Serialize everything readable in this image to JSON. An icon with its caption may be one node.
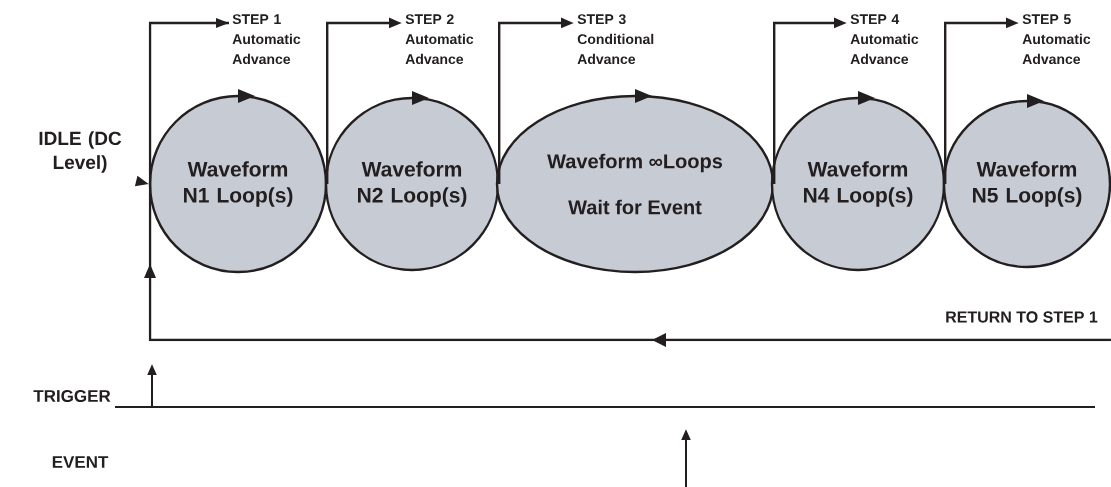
{
  "diagram": {
    "nodes": [
      {
        "text": [
          "IDLE (DC Level)"
        ]
      },
      {
        "text": [
          "Waveform N1 Loop(s)"
        ]
      },
      {
        "text": [
          "Waveform N2 Loop(s)"
        ]
      },
      {
        "text": [
          "Waveform ∞Loops",
          "Wait for Event"
        ]
      },
      {
        "text": [
          "Waveform N4 Loop(s)"
        ]
      },
      {
        "text": [
          "Waveform N5 Loop(s)"
        ]
      },
      {
        "text": [
          "STEP 1",
          "Automatic Advance"
        ]
      },
      {
        "text": [
          "STEP 2",
          "Automatic Advance"
        ]
      },
      {
        "text": [
          "STEP 3",
          "Conditional Advance"
        ]
      },
      {
        "text": [
          "STEP 4",
          "Automatic Advance"
        ]
      },
      {
        "text": [
          "STEP 5",
          "Automatic Advance"
        ]
      }
    ],
    "edges": [
      {
        "from": 0,
        "to": 1,
        "arrow": "to"
      },
      {
        "from": null,
        "to": 6,
        "arrow": "to",
        "label": "RETURN TO STEP 1"
      },
      {
        "from": 1,
        "to": 7,
        "arrow": "to"
      },
      {
        "from": 2,
        "to": 8,
        "arrow": "to"
      },
      {
        "from": 3,
        "to": 9,
        "arrow": "to"
      },
      {
        "from": 4,
        "to": 10,
        "arrow": "to"
      }
    ],
    "labels": [
      "TRIGGER",
      "EVENT"
    ]
  }
}
